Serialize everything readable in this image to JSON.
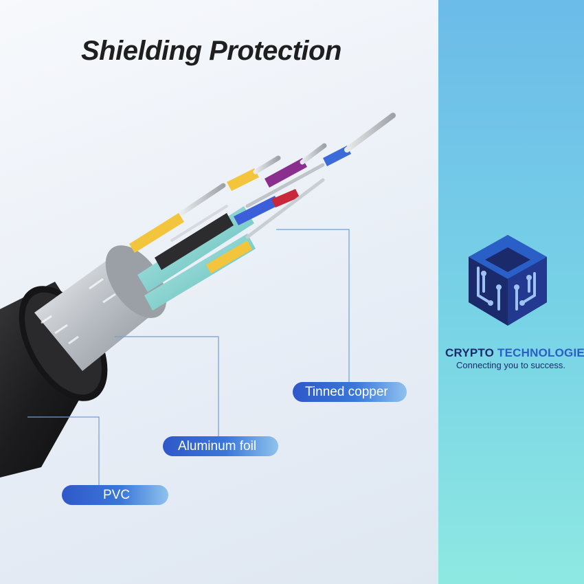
{
  "title": "Shielding Protection",
  "labels": {
    "tinned_copper": "Tinned copper",
    "aluminum_foil": "Aluminum foil",
    "pvc": "PVC"
  },
  "brand": {
    "name_part1": "CRYPTO",
    "name_part2": "TECHNOLOGIES",
    "tagline": "Connecting you to success."
  },
  "colors": {
    "pill_start": "#2f58c9",
    "pill_end": "#8fc2ee",
    "logo_dark": "#1b2a6b",
    "logo_light": "#2a5fc7",
    "right_panel_top": "#6cbbe9",
    "right_panel_bottom": "#8ee8e2"
  }
}
